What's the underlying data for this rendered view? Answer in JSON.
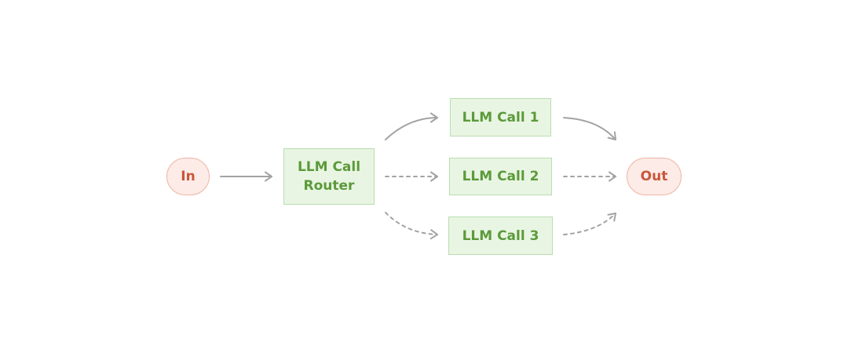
{
  "colors": {
    "terminal_fill": "#fcebe6",
    "terminal_border": "#f0b4a4",
    "terminal_text": "#c9563b",
    "box_fill": "#e9f5e3",
    "box_border": "#b9ddb0",
    "box_text": "#5b9a3a",
    "arrow": "#a3a3a3"
  },
  "nodes": {
    "input": {
      "label": "In"
    },
    "router": {
      "label": "LLM Call\nRouter"
    },
    "call1": {
      "label": "LLM Call 1"
    },
    "call2": {
      "label": "LLM Call 2"
    },
    "call3": {
      "label": "LLM Call 3"
    },
    "output": {
      "label": "Out"
    }
  },
  "edges": [
    {
      "from": "input",
      "to": "router",
      "style": "solid"
    },
    {
      "from": "router",
      "to": "call1",
      "style": "solid"
    },
    {
      "from": "router",
      "to": "call2",
      "style": "dotted"
    },
    {
      "from": "router",
      "to": "call3",
      "style": "dotted"
    },
    {
      "from": "call1",
      "to": "output",
      "style": "solid"
    },
    {
      "from": "call2",
      "to": "output",
      "style": "dotted"
    },
    {
      "from": "call3",
      "to": "output",
      "style": "dotted"
    }
  ]
}
